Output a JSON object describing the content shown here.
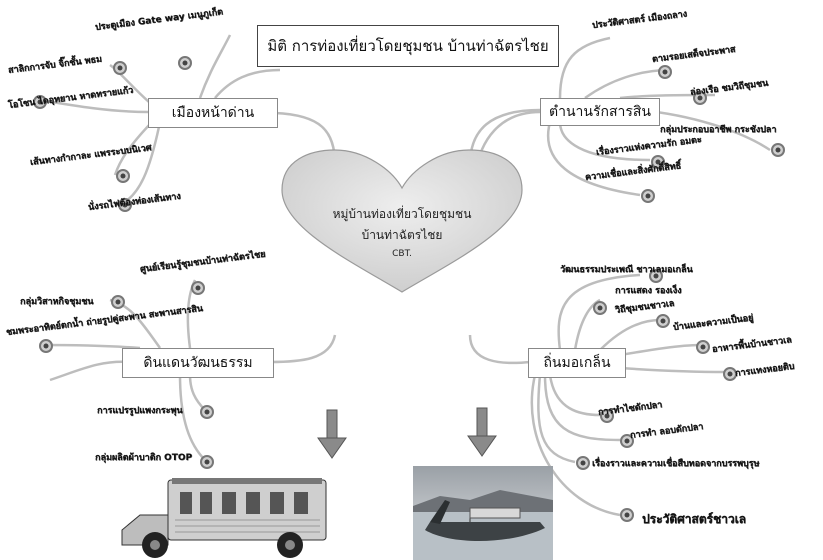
{
  "title": "มิติ การท่องเที่ยวโดยชุมชน บ้านท่าฉัตรไชย",
  "center": {
    "line1": "หมู่บ้านท่องเที่ยวโดยชุมชน",
    "line2": "บ้านท่าฉัตรไชย",
    "line3": "CBT."
  },
  "branches": {
    "top_left": {
      "label": "เมืองหน้าด่าน",
      "items": [
        "ประตูเมือง Gate way เมนูภูเก็ต",
        "สาลิกการจับ จิ๊กชั้น พธม",
        "โอโซน ไดอุทยาน หาดทรายแก้ว",
        "เส้นทางกำกาละ แพรระบบนิเวศ",
        "นั่งรถไฟต้องท่องเส้นทาง"
      ]
    },
    "top_right": {
      "label": "ตำนานรักสารสิน",
      "items": [
        "ประวัติศาสตร์ เมืองถลาง",
        "ตามรอยเสด็จประพาส",
        "ล่องเรือ ชมวิถีชุมชน",
        "กลุ่มประกอบอาชีพ กระชังปลา",
        "เรื่องราวแห่งความรัก อมตะ",
        "ความเชื่อและสิ่งศักดิ์สิทธิ์"
      ]
    },
    "bottom_left": {
      "label": "ดินแดนวัฒนธรรม",
      "items": [
        "ศูนย์เรียนรู้ชุมชนบ้านท่าฉัตรไชย",
        "กลุ่มวิสาหกิจชุมชน",
        "ชมพระอาทิตย์ตกน้ำ ถ่ายรูปคู่สะพาน สะพานสารสิน",
        "การแปรรูปแพงกระพุน",
        "กลุ่มผลิตผ้าบาติก OTOP"
      ]
    },
    "bottom_right": {
      "label": "ถิ่นมอเกล็น",
      "items": [
        "วัฒนธรรมประเพณี ชาวเลมอเกล็น",
        "การแสดง รองเง็ง",
        "วิถีชุมชนชาวเล",
        "บ้านและความเป็นอยู่",
        "อาหารพื้นบ้านชาวเล",
        "การแทงหอยติบ",
        "การทำไซดักปลา",
        "การทำ ลอบดักปลา",
        "เรื่องราวและความเชื่อสืบทอดจากบรรพบุรุษ",
        "ประวัติศาสตร์ชาวเล"
      ]
    }
  },
  "images": {
    "left": "truck-photo",
    "right": "boat-photo"
  },
  "colors": {
    "branch": "#b9b9b9",
    "heart": "#d7d7d7",
    "bullet_ring": "#777777"
  }
}
